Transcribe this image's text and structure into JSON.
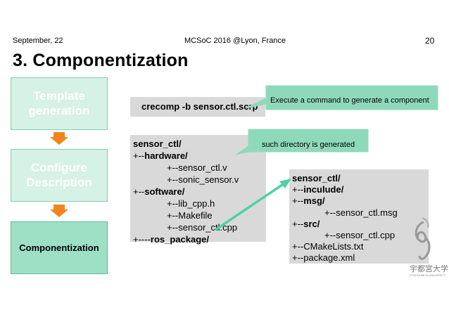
{
  "header": {
    "date": "September, 22",
    "conference": "MCSoC  2016 @Lyon,  France",
    "page_number": "20"
  },
  "title": "3. Componentization",
  "steps": [
    {
      "label_line1": "Template",
      "label_line2": "generation",
      "state": "inactive"
    },
    {
      "label_line1": "Configure",
      "label_line2": "Description",
      "state": "inactive"
    },
    {
      "label_line1": "Componentization",
      "label_line2": "",
      "state": "active"
    }
  ],
  "command": "crecomp  -b sensor.ctl.scrp",
  "callouts": {
    "command": "Execute  a command  to  generate  a component",
    "directory": "such  directory  is generated"
  },
  "tree_sensor": {
    "lines": [
      {
        "prefix": "",
        "text": "sensor_ctl/",
        "bold": true,
        "indent": 0
      },
      {
        "prefix": "+--",
        "text": "hardware/",
        "bold": true,
        "indent": 0
      },
      {
        "prefix": "+--",
        "text": "sensor_ctl.v",
        "bold": false,
        "indent": 1
      },
      {
        "prefix": "+--",
        "text": "sonic_sensor.v",
        "bold": false,
        "indent": 1
      },
      {
        "prefix": "+--",
        "text": "software/",
        "bold": true,
        "indent": 0
      },
      {
        "prefix": "+--",
        "text": "lib_cpp.h",
        "bold": false,
        "indent": 1
      },
      {
        "prefix": "+--",
        "text": "Makefile",
        "bold": false,
        "indent": 1
      },
      {
        "prefix": "+--",
        "text": "sensor_ctl.cpp",
        "bold": false,
        "indent": 1
      },
      {
        "prefix": "+----",
        "text": "ros_package/",
        "bold": true,
        "indent": 0
      }
    ]
  },
  "tree_ros": {
    "lines": [
      {
        "prefix": "",
        "text": "sensor_ctl/",
        "bold": true,
        "indent": 0
      },
      {
        "prefix": "+--",
        "text": "inculude/",
        "bold": true,
        "indent": 0
      },
      {
        "prefix": "+--",
        "text": "msg/",
        "bold": true,
        "indent": 0
      },
      {
        "prefix": "+--",
        "text": "sensor_ctl.msg",
        "bold": false,
        "indent": 1
      },
      {
        "prefix": "+--",
        "text": "src/",
        "bold": true,
        "indent": 0
      },
      {
        "prefix": "+--",
        "text": "sensor_ctl.cpp",
        "bold": false,
        "indent": 1
      },
      {
        "prefix": "+--",
        "text": "CMakeLists.txt",
        "bold": false,
        "indent": 0
      },
      {
        "prefix": "+--",
        "text": "package.xml",
        "bold": false,
        "indent": 0
      }
    ]
  },
  "logo": {
    "japanese": "宇都宮大学",
    "english": "UTSUNOMIYA UNIVERSITY"
  },
  "colors": {
    "step_inactive_fill": "#d6f1e6",
    "step_active_fill": "#9ee0c6",
    "step_border": "#7fd0b0",
    "arrow_orange": "#f0851e",
    "panel_gray": "#d9d9d9",
    "callout_fill": "#8fd9bb",
    "connector_teal": "#4fd0a6"
  }
}
